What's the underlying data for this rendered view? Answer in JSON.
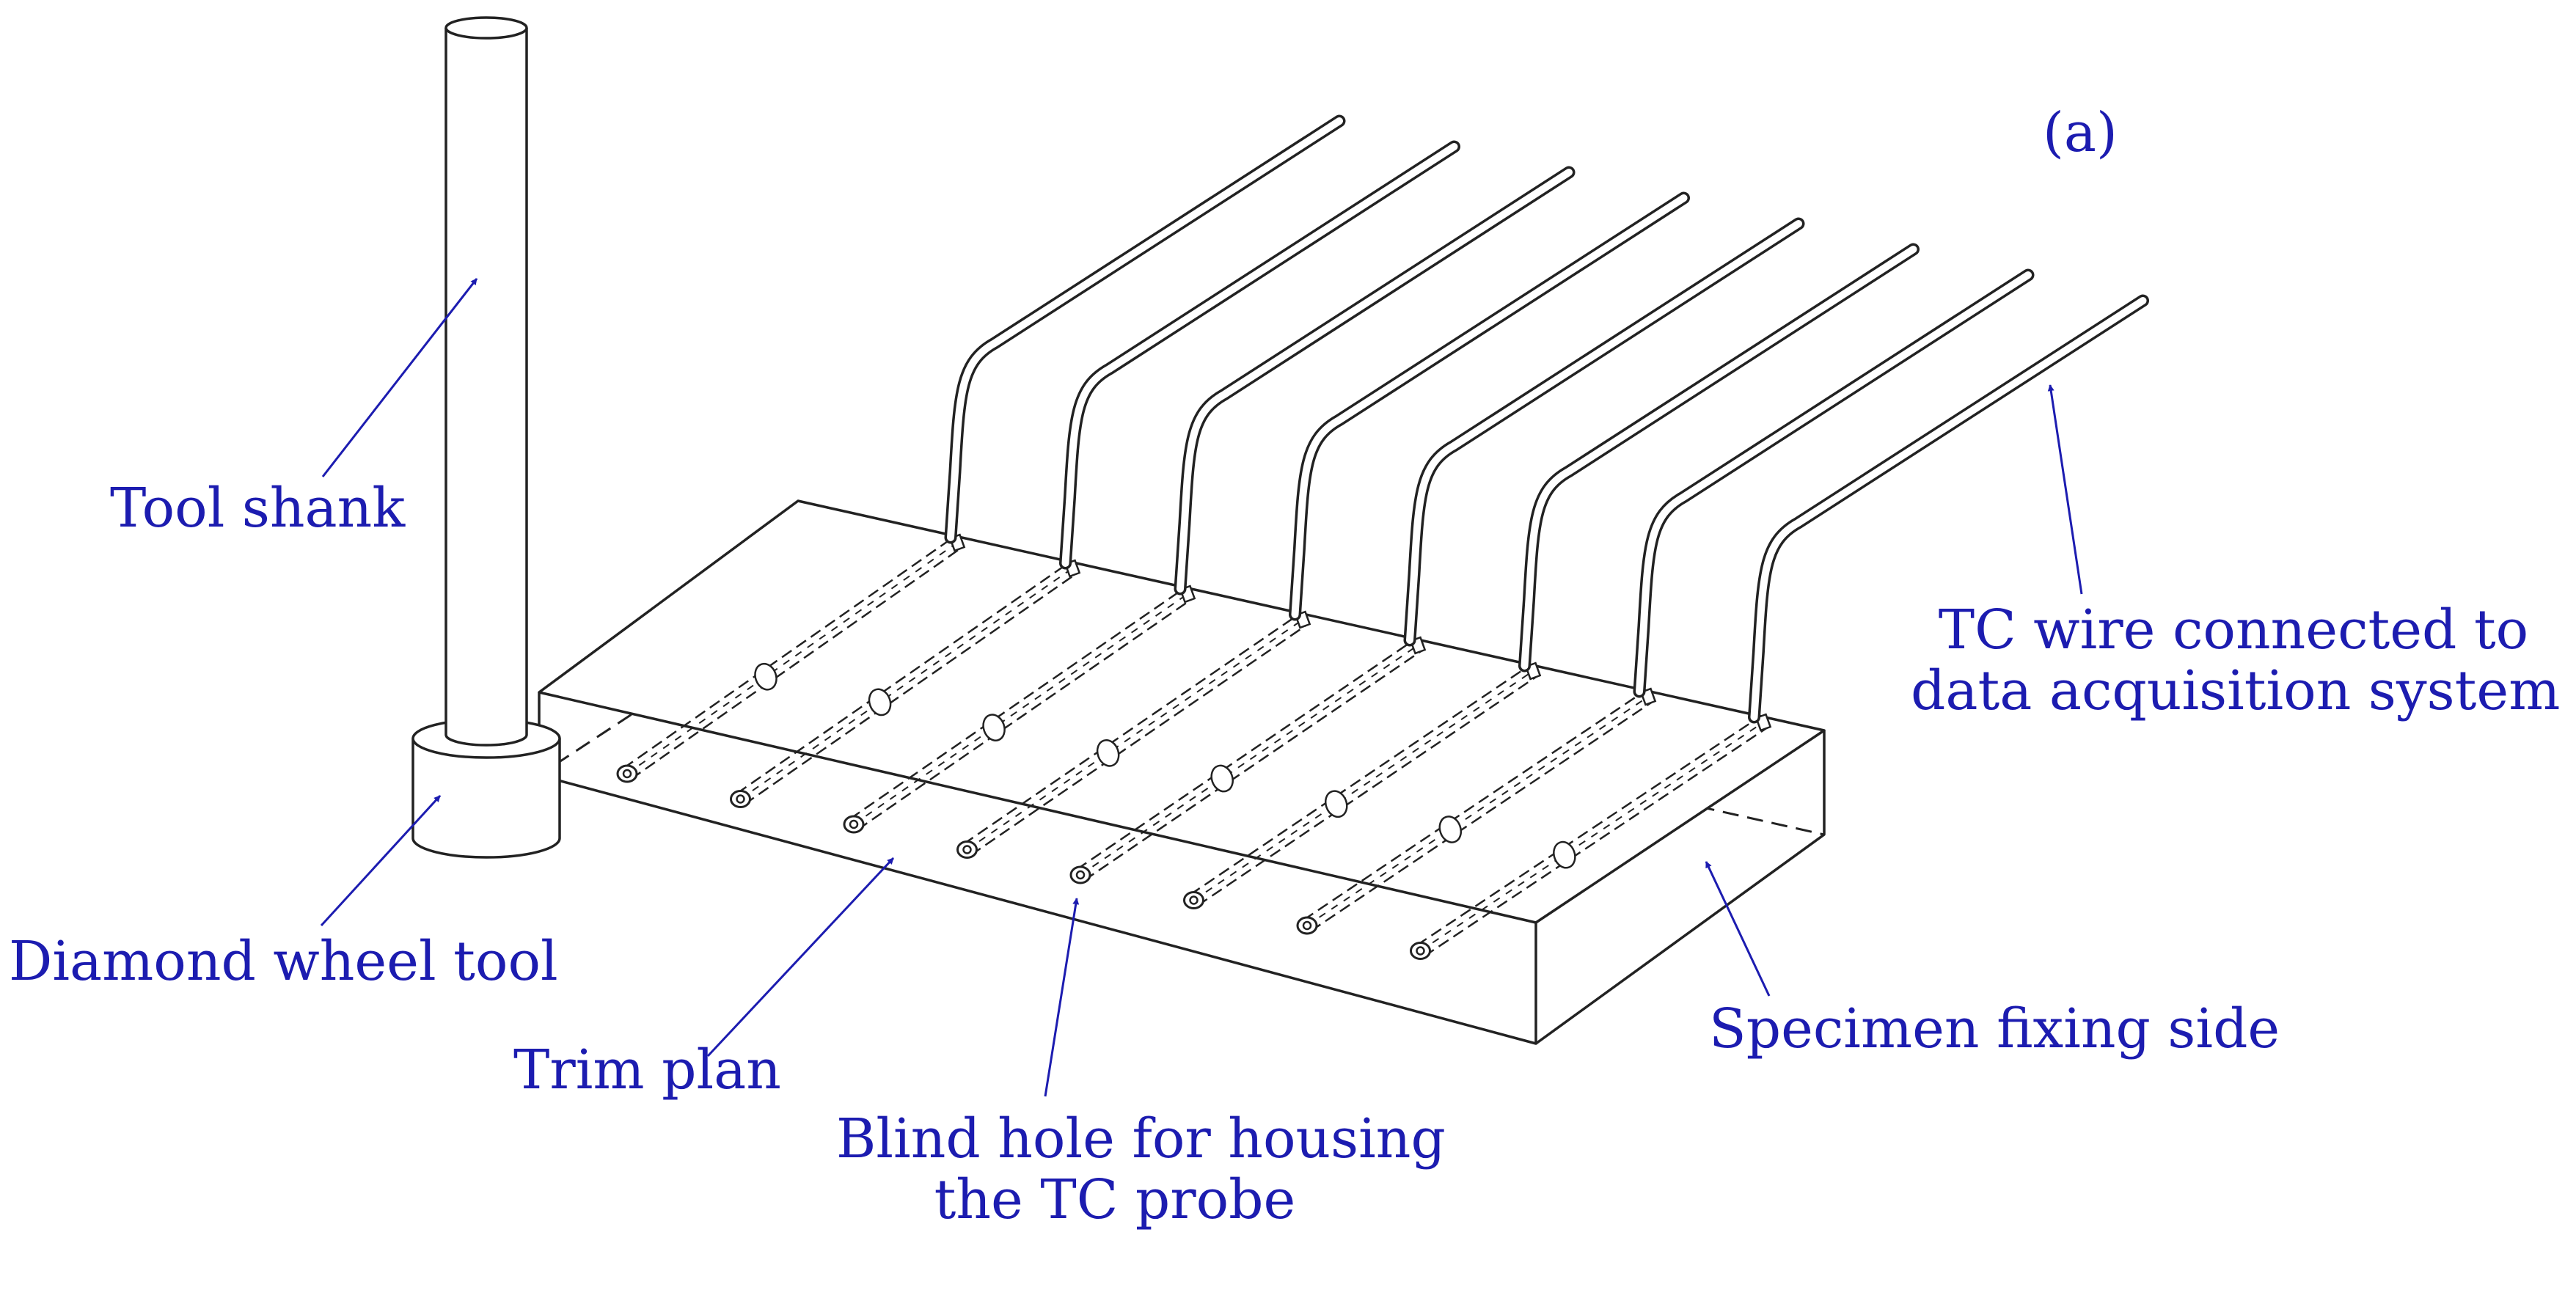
{
  "panel_label": "(a)",
  "labels": {
    "tool_shank": "Tool shank",
    "diamond_wheel_tool": "Diamond wheel tool",
    "trim_plan": "Trim plan",
    "blind_hole_line1": "Blind hole for housing",
    "blind_hole_line2": "the TC probe",
    "specimen_fixing_side": "Specimen fixing side",
    "tc_wire_line1": "TC wire connected to",
    "tc_wire_line2": "data acquisition system"
  },
  "colors": {
    "annotation": "#1c1cb0",
    "drawing": "#222222",
    "background": "#ffffff"
  },
  "thermocouple_count": 8
}
